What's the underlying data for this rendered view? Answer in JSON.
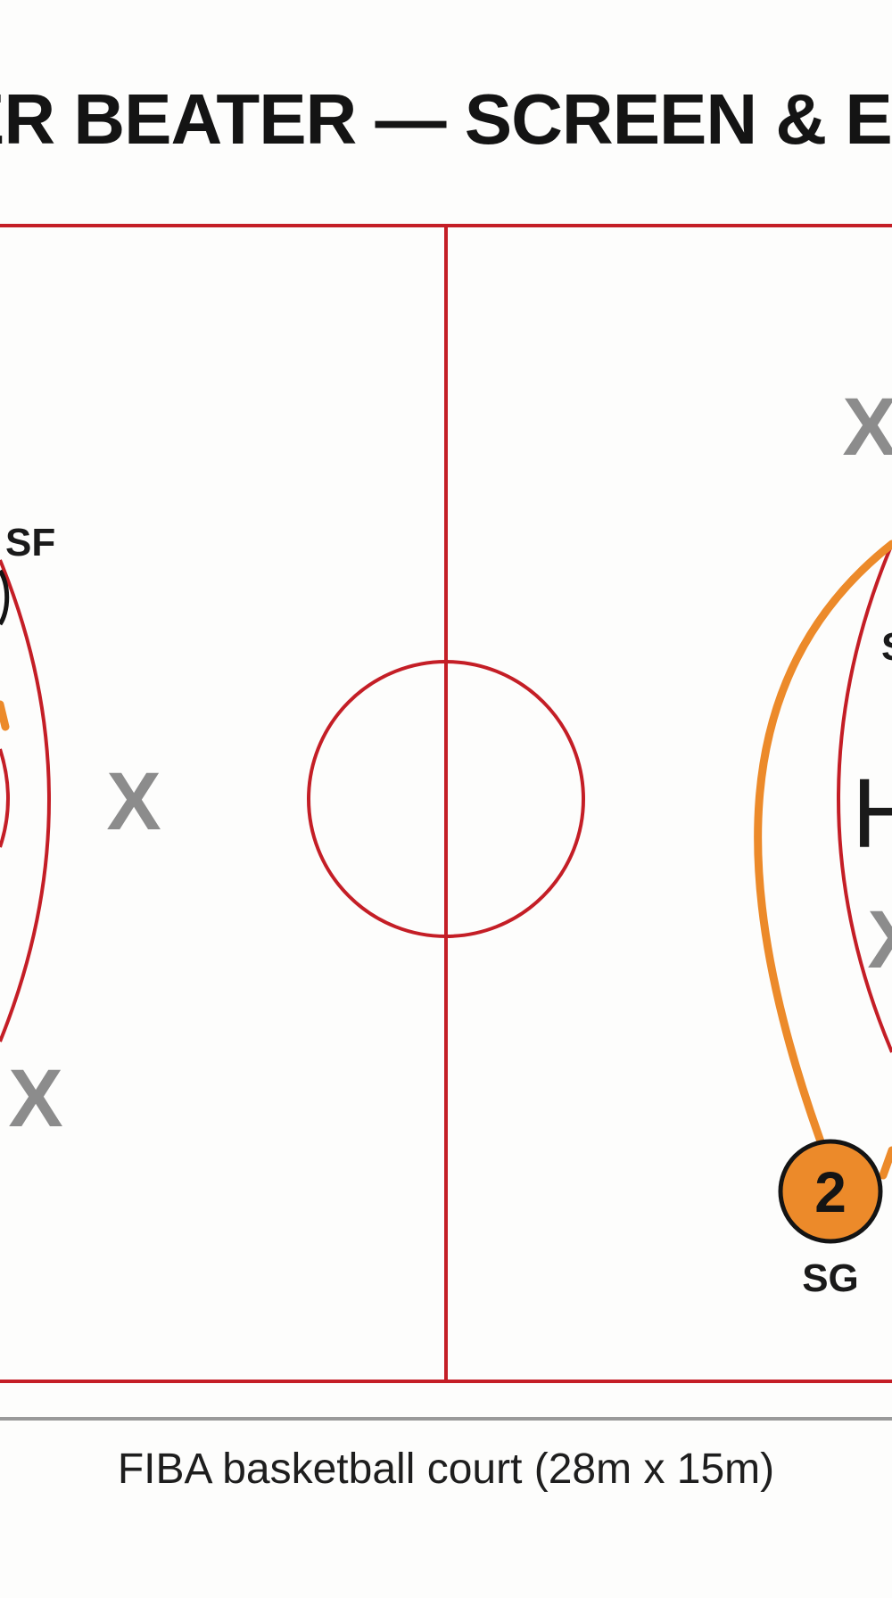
{
  "title": "ER BEATER — SCREEN & EXE",
  "caption": "FIBA basketball court (28m x 15m)",
  "colors": {
    "court_lines": "#c41e26",
    "route": "#ec8a2a",
    "player_fill": "#ec8a2a",
    "defender": "#8c8c8c",
    "text": "#141414"
  },
  "players": [
    {
      "number": "2",
      "position": "SG"
    }
  ],
  "labels": {
    "sf": "SF",
    "right_partial": "S",
    "hoop_letter": "H"
  },
  "defenders": [
    {
      "mark": "X"
    },
    {
      "mark": "X"
    },
    {
      "mark": "X"
    },
    {
      "mark": "X"
    }
  ]
}
